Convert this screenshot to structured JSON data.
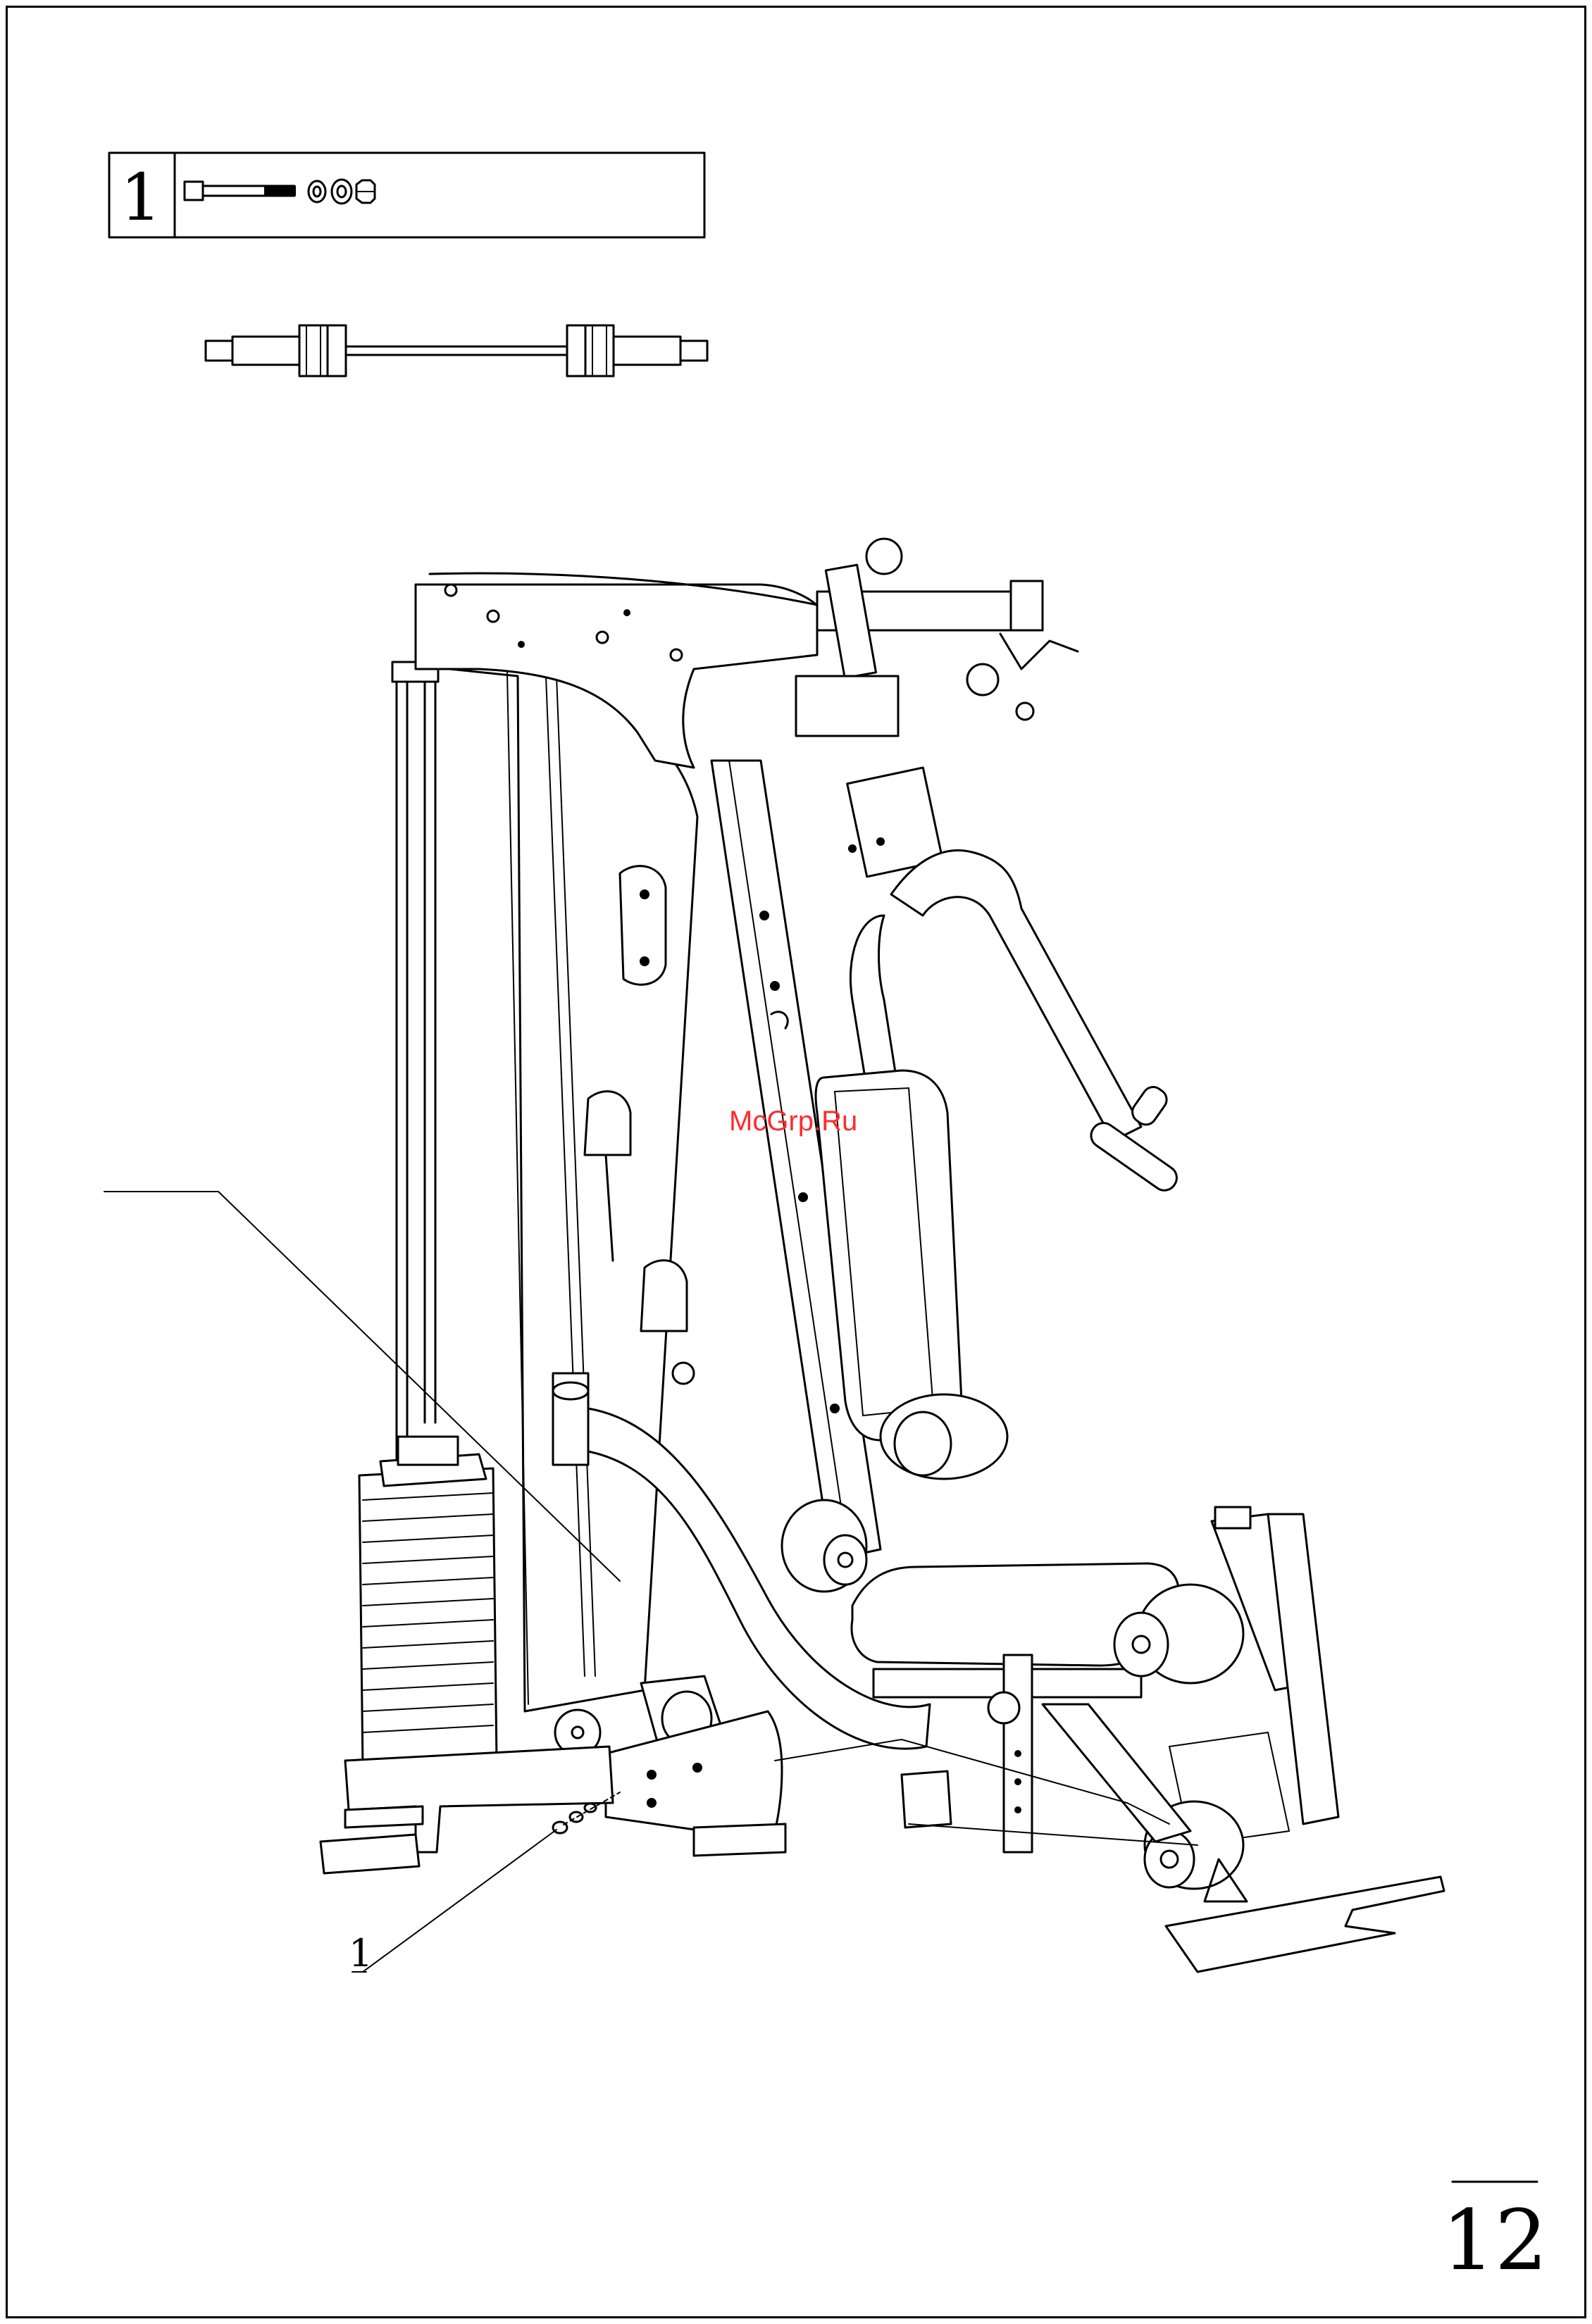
{
  "parts_box": {
    "step_number": "1"
  },
  "callout": {
    "label": "1"
  },
  "watermark": {
    "text": "McGrp.Ru",
    "color": "#ff2b2b"
  },
  "page_number": "12"
}
